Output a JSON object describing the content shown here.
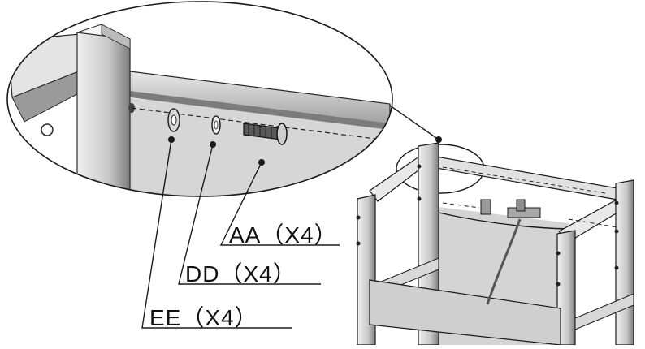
{
  "callouts": [
    {
      "id": "AA",
      "text": "AA（X4）"
    },
    {
      "id": "DD",
      "text": "DD（X4）"
    },
    {
      "id": "EE",
      "text": "EE（X4）"
    }
  ],
  "colors": {
    "line": "#1a1a1a",
    "frame_light": "#dedede",
    "frame_mid": "#b5b5b5",
    "frame_dark": "#8a8a8a",
    "shadow": "#6f6f6f",
    "background": "#ffffff"
  }
}
